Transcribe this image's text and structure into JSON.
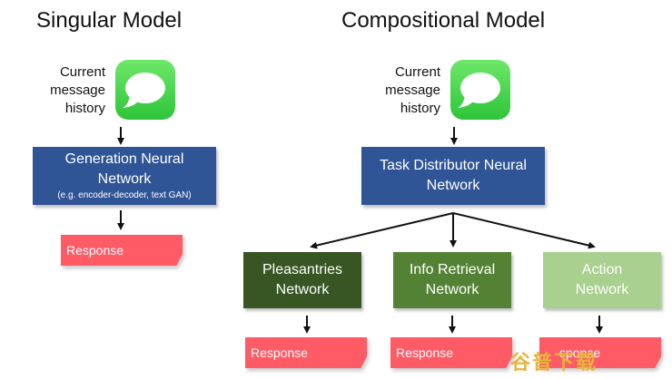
{
  "singular": {
    "title": "Singular Model",
    "message_label": [
      "Current",
      "message",
      "history"
    ],
    "generation_box": {
      "line1": "Generation Neural",
      "line2": "Network",
      "note": "(e.g. encoder-decoder, text GAN)"
    },
    "response": "Response"
  },
  "compositional": {
    "title": "Compositional Model",
    "message_label": [
      "Current",
      "message",
      "history"
    ],
    "distributor_box": {
      "line1": "Task Distributor Neural",
      "line2": "Network"
    },
    "networks": [
      {
        "line1": "Pleasantries",
        "line2": "Network",
        "response": "Response"
      },
      {
        "line1": "Info Retrieval",
        "line2": "Network",
        "response": "Response"
      },
      {
        "line1": "Action",
        "line2": "Network",
        "response": "sponse"
      }
    ]
  },
  "watermark": "谷普下载",
  "colors": {
    "message_icon": "#34c742",
    "distributor": "#2f5597",
    "pleasantries": "#375623",
    "info_retrieval": "#548235",
    "action": "#a9d08e",
    "response": "#ff5b66",
    "watermark": "#e7b43c"
  }
}
